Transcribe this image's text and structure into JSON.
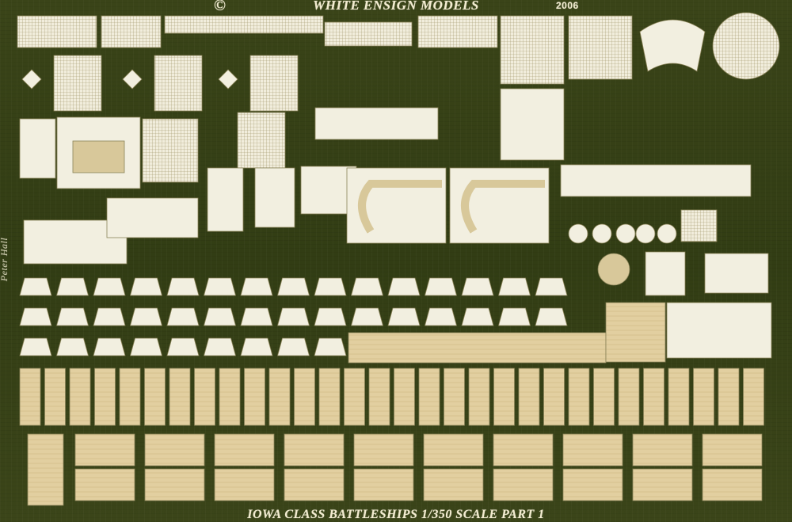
{
  "header": {
    "copyright": "©",
    "maker": "WHITE ENSIGN MODELS",
    "year": "2006"
  },
  "footer": {
    "title": "IOWA CLASS BATTLESHIPS 1/350 SCALE PART 1"
  },
  "side_mark": "Peter Hall",
  "colors": {
    "fret_background": "#36411a",
    "brass_part": "#f2efe0",
    "brass_detail": "#d8c89a",
    "text": "#f3ecd0"
  }
}
